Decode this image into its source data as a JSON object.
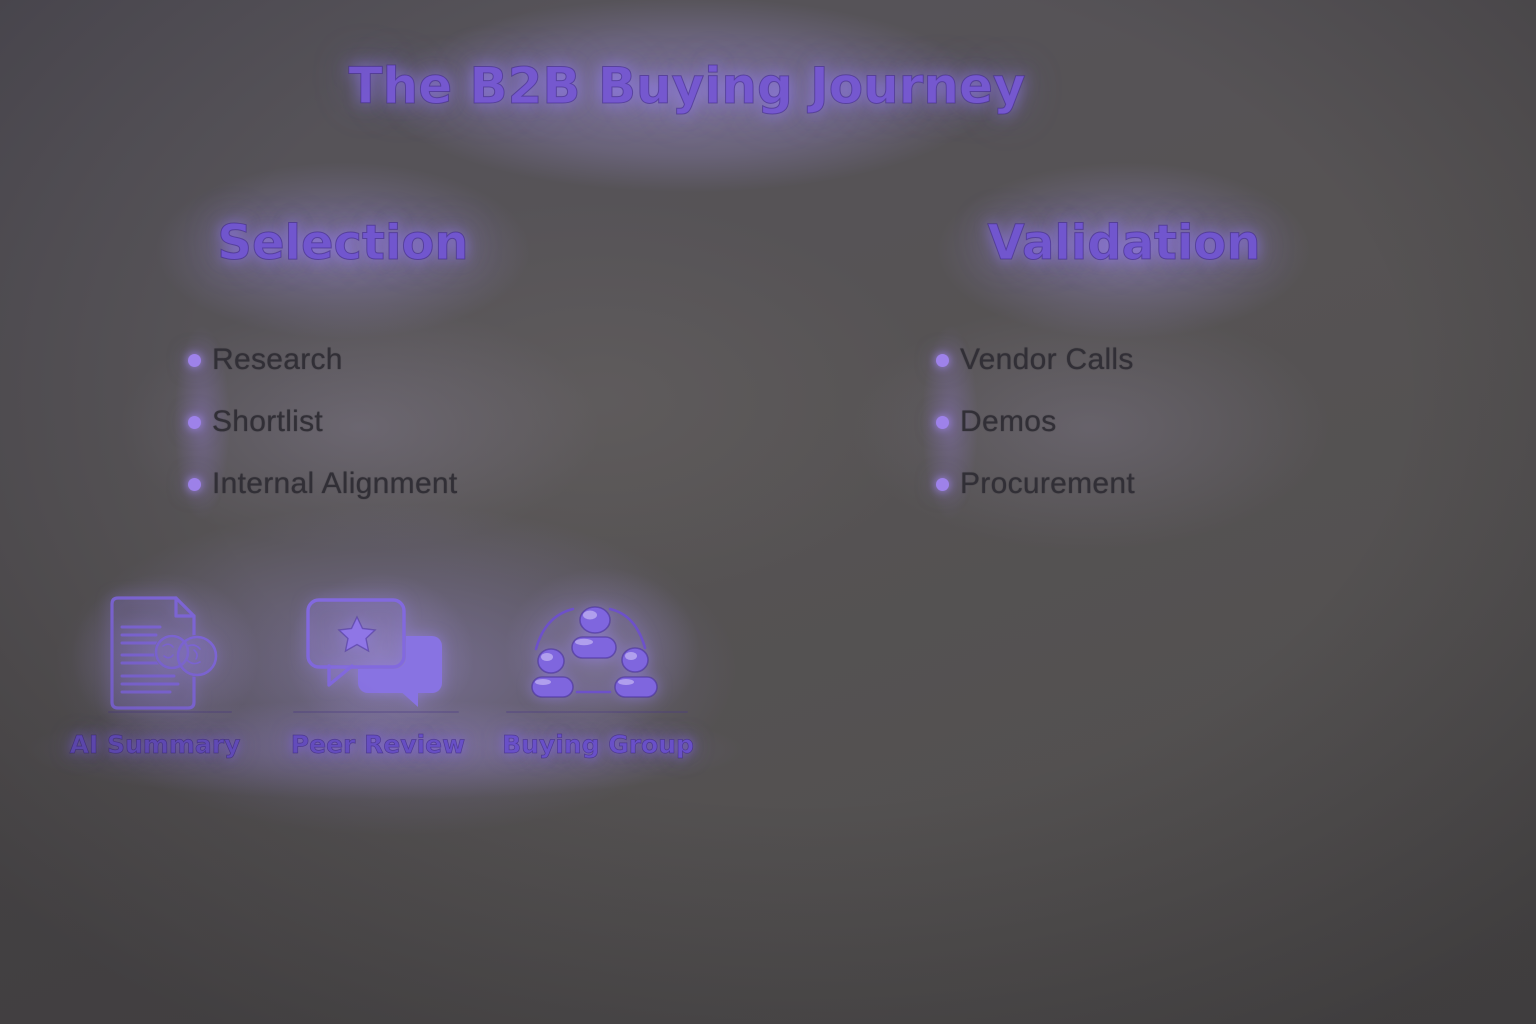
{
  "slide": {
    "title": "The B2B Buying Journey",
    "stages": [
      {
        "heading": "Selection",
        "items": [
          "Research",
          "Shortlist",
          "Internal Alignment"
        ]
      },
      {
        "heading": "Validation",
        "items": [
          "Vendor Calls",
          "Demos",
          "Procurement"
        ]
      }
    ],
    "features": [
      {
        "label": "AI Summary",
        "icon": "document-brain-icon"
      },
      {
        "label": "Peer Review",
        "icon": "chat-bubbles-star-icon"
      },
      {
        "label": "Buying Group",
        "icon": "people-group-icon"
      }
    ],
    "colors": {
      "background": "#555258",
      "glow": "#9b8ad0",
      "heading_purple": "#7156ce",
      "body_text": "#312f36",
      "bullet_dot": "#9e82ea",
      "icon_purple": "#8269de",
      "label_purple": "#6950c8"
    }
  }
}
